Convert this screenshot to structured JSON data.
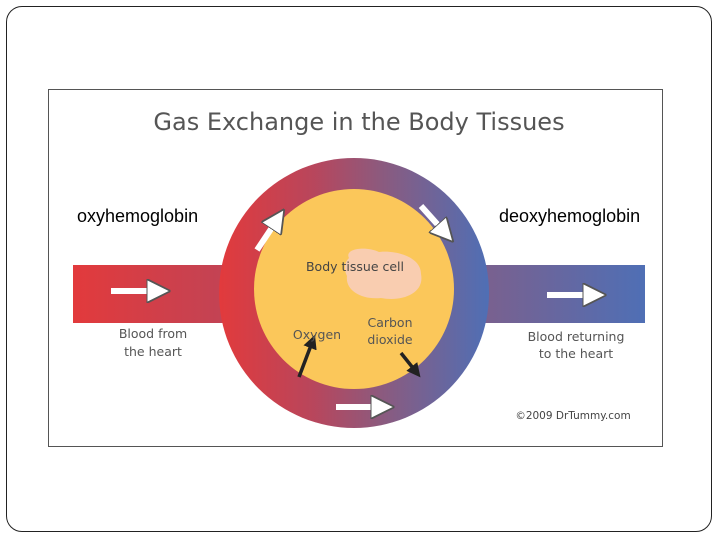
{
  "slide": {
    "label_left": "oxyhemoglobin",
    "label_right": "deoxyhemoglobin"
  },
  "diagram": {
    "title": "Gas Exchange in the Body Tissues",
    "cell_label": "Body tissue cell",
    "oxygen_label": "Oxygen",
    "carbon_dioxide_line1": "Carbon",
    "carbon_dioxide_line2": "dioxide",
    "blood_from_line1": "Blood from",
    "blood_from_line2": "the heart",
    "blood_returning_line1": "Blood returning",
    "blood_returning_line2": "to the heart",
    "credit": "©2009 DrTummy.com",
    "colors": {
      "oxygenated": "#e23a3c",
      "deoxygenated": "#4f6fb5",
      "cell": "#fbc75a",
      "nucleus": "#f9cdb0",
      "arrow_white": "#ffffff",
      "arrow_dark": "#222222"
    }
  }
}
